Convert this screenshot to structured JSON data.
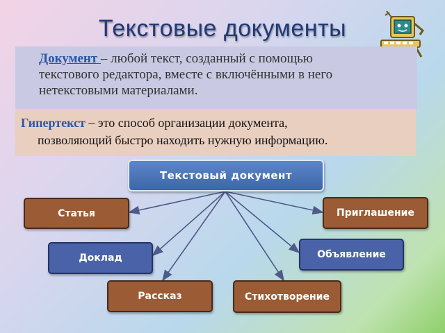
{
  "title": "Текстовые документы",
  "definition": {
    "term": "Документ ",
    "text_line1": " – любой текст, созданный с помощью",
    "text_line2": "текстового редактора, вместе с включёнными в него",
    "text_line3": "нетекстовыми материалами."
  },
  "hypertext": {
    "term": "Гипертекст",
    "text_line1": " – это способ организации документа,",
    "text_line2": "позволяющий быстро находить нужную информацию."
  },
  "diagram": {
    "root": "Текстовый документ",
    "nodes": [
      {
        "id": "article",
        "label": "Статья"
      },
      {
        "id": "report",
        "label": "Доклад"
      },
      {
        "id": "story",
        "label": "Рассказ"
      },
      {
        "id": "poem",
        "label": "Стихотворение"
      },
      {
        "id": "announcement",
        "label": "Объявление"
      },
      {
        "id": "invitation",
        "label": "Приглашение"
      }
    ]
  },
  "colors": {
    "brown_box": "#9a5b35",
    "blue_box": "#4a63a8",
    "title": "#1f3a78",
    "arrow": "#4d5a8a"
  },
  "icons": {
    "mascot": "computer-character-icon"
  }
}
